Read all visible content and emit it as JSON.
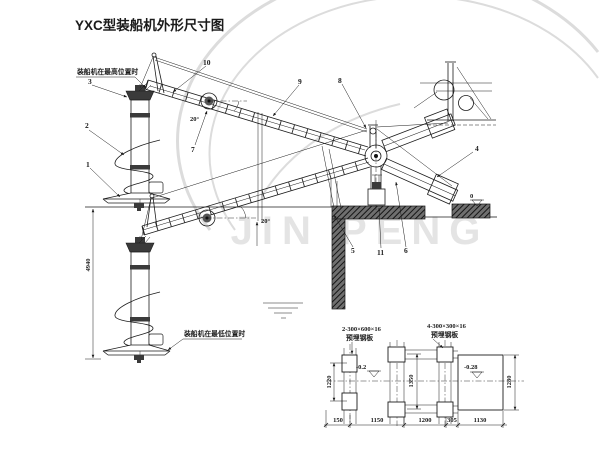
{
  "title": "YXC型装船机外形尺寸图",
  "watermark_text": "JIN PENG",
  "annotations": {
    "highest": "装船机在最高位置时",
    "lowest": "装船机在最低位置时",
    "angle_high": "20°",
    "angle_low": "20°",
    "height_dim": "4940"
  },
  "part_labels": [
    "1",
    "2",
    "3",
    "4",
    "5",
    "6",
    "7",
    "8",
    "9",
    "10",
    "11"
  ],
  "elevations": {
    "datum": "0",
    "left_mark": "-0.2",
    "right_mark": "-0.28"
  },
  "plan": {
    "left_plate_spec": "2-300×600×16",
    "left_plate_name": "预埋钢板",
    "right_plate_spec": "4-300×300×16",
    "right_plate_name": "预埋钢板",
    "bottom_dims": [
      "150",
      "1150",
      "1200",
      "305",
      "1130"
    ],
    "vertical_dims": [
      "1220",
      "1350",
      "1280"
    ]
  }
}
